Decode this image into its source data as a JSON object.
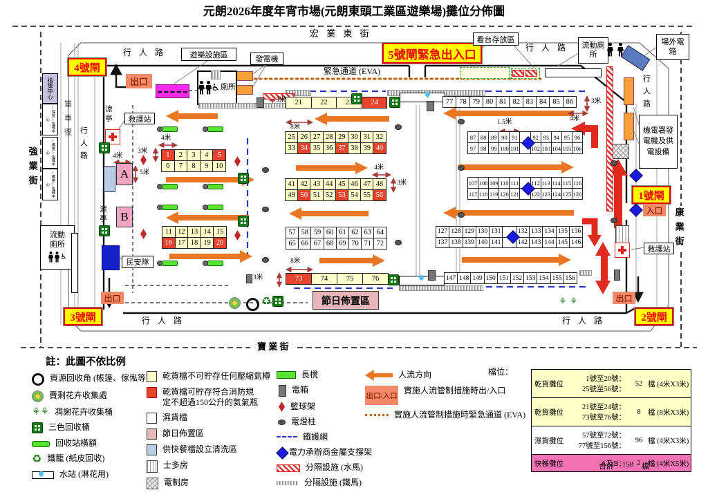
{
  "title": "元朗2026年度年宵市場(元朗東頭工業區遊樂場)攤位分佈圖",
  "gates": {
    "g1": "1號閘",
    "g2": "2號閘",
    "g3": "3號閘",
    "g4": "4號閘",
    "g5": "5號閘緊急出入口"
  },
  "map": {
    "labels": {
      "hung_yip": "宏 業 東 街",
      "keung_yip": "強業街",
      "hong_yip": "康業街",
      "po_yip": "寶 業 街",
      "ped": "行 人 路",
      "pedv": "行人路",
      "military": "軍車徑",
      "command1": "指揮中心",
      "command2": "(保安)指揮中心",
      "command3": "(備用)指揮中心",
      "pavilion": "涼亭",
      "first_aid": "救護站",
      "exit": "出口",
      "entrance": "入口",
      "play": "遊樂設施區",
      "gen": "發電機",
      "toilet": "廁所",
      "mtoilet": "流動廁所",
      "stand": "看台存放區",
      "ebox_out": "場外電箱",
      "emsd": "機電署發電機及供電設備",
      "eva": "緊急通道 (EVA)",
      "cas": "民安隊",
      "festive": "節日佈置區",
      "a": "A",
      "b": "B",
      "m3": "3米",
      "m4": "4米",
      "m5": "5米",
      "m8": "8米",
      "m15": "1.5米"
    }
  },
  "stalls": {
    "blocks": {
      "b1": {
        "type": "dry",
        "red": [
          "1",
          "5"
        ],
        "rows": [
          [
            "1",
            "2",
            "3",
            "4",
            "5"
          ],
          [
            "6",
            "7",
            "8",
            "9",
            "10"
          ]
        ]
      },
      "b2": {
        "type": "dry",
        "red": [
          "16",
          "20"
        ],
        "rows": [
          [
            "11",
            "12",
            "13",
            "14",
            "15"
          ],
          [
            "16",
            "17",
            "18",
            "19",
            "20"
          ]
        ]
      },
      "b3": {
        "type": "dry",
        "red": [
          "24"
        ],
        "rows": [
          [
            "21",
            "22",
            "23",
            "24"
          ]
        ]
      },
      "b4": {
        "type": "dry",
        "red": [
          "34",
          "37",
          "40"
        ],
        "rows": [
          [
            "25",
            "26",
            "27",
            "28",
            "29",
            "30",
            "31",
            "32"
          ],
          [
            "33",
            "34",
            "35",
            "36",
            "37",
            "38",
            "39",
            "40"
          ]
        ]
      },
      "b5": {
        "type": "dry",
        "red": [
          "50",
          "53",
          "56"
        ],
        "rows": [
          [
            "41",
            "42",
            "43",
            "44",
            "45",
            "46",
            "47",
            "48"
          ],
          [
            "49",
            "50",
            "51",
            "52",
            "53",
            "54",
            "55",
            "56"
          ]
        ]
      },
      "b6": {
        "type": "wet",
        "red": [],
        "rows": [
          [
            "57",
            "58",
            "59",
            "60",
            "61",
            "62",
            "63",
            "64"
          ],
          [
            "65",
            "66",
            "67",
            "68",
            "69",
            "70",
            "71",
            "72"
          ]
        ]
      },
      "b7": {
        "type": "dry",
        "red": [
          "73"
        ],
        "rows": [
          [
            "73",
            "74",
            "75",
            "76"
          ]
        ]
      },
      "b8": {
        "type": "wet",
        "red": [],
        "rows": [
          [
            "77",
            "78",
            "79",
            "80",
            "81",
            "82",
            "83",
            "84",
            "85",
            "86"
          ]
        ]
      },
      "b9": {
        "type": "wet",
        "red": [],
        "rows": [
          [
            "87",
            "88",
            "89",
            "90",
            "91",
            "GAP",
            "92",
            "93",
            "94",
            "95",
            "96"
          ],
          [
            "97",
            "98",
            "99",
            "100",
            "101",
            "GAP",
            "102",
            "103",
            "104",
            "105",
            "106"
          ]
        ]
      },
      "b10": {
        "type": "wet",
        "red": [],
        "rows": [
          [
            "107",
            "108",
            "109",
            "110",
            "111",
            "GAP",
            "112",
            "113",
            "114",
            "115",
            "116"
          ],
          [
            "117",
            "118",
            "119",
            "120",
            "121",
            "GAP",
            "122",
            "123",
            "124",
            "125",
            "126"
          ]
        ]
      },
      "b11": {
        "type": "wet",
        "red": [],
        "rows": [
          [
            "127",
            "128",
            "129",
            "130",
            "131",
            "GAP",
            "132",
            "133",
            "134",
            "135",
            "136"
          ],
          [
            "137",
            "138",
            "139",
            "140",
            "141",
            "GAP",
            "142",
            "143",
            "144",
            "145",
            "146"
          ]
        ]
      },
      "b12": {
        "type": "wet",
        "red": [],
        "rows": [
          [
            "147",
            "148",
            "149",
            "150",
            "151",
            "152",
            "153",
            "154",
            "155",
            "156"
          ]
        ]
      }
    }
  },
  "legend": {
    "note": "註：此圖不依比例",
    "cols": [
      [
        {
          "icon": "ring",
          "label": "資源回收角 (帳篷、傢俬等)"
        },
        {
          "icon": "flower",
          "label": "賣剩花卉收集處"
        },
        {
          "icon": "plant",
          "label": "凋謝花卉收集桶"
        },
        {
          "icon": "bin",
          "label": "三色回收桶"
        },
        {
          "icon": "bar",
          "label": "回收站橫額"
        },
        {
          "icon": "recycle",
          "label": "鐵籠 (紙皮回收)"
        },
        {
          "icon": "water",
          "label": "水站 (淋花用)"
        }
      ],
      [
        {
          "icon": "sqy",
          "label": "乾貨檔不可貯存任何壓縮氣樽"
        },
        {
          "icon": "sqr",
          "label": "乾貨檔可貯存符合消防規\n定不超過150公升的氦氣瓶"
        },
        {
          "icon": "sqw",
          "label": "濕貨檔"
        },
        {
          "icon": "sqp",
          "label": "節日佈置區"
        },
        {
          "icon": "sqb",
          "label": "供快餐檔設立清洗區"
        },
        {
          "icon": "vlines",
          "label": "士多房"
        },
        {
          "icon": "xhatch",
          "label": "電制房"
        }
      ],
      [
        {
          "icon": "bench",
          "label": "長櫈"
        },
        {
          "icon": "ebox",
          "label": "電箱"
        },
        {
          "icon": "rdia",
          "label": "籃球架"
        },
        {
          "icon": "lamp",
          "label": "電燈柱"
        },
        {
          "icon": "bluedash",
          "label": "鐵護網"
        },
        {
          "icon": "bdia",
          "label": "電力承辦商金屬支撐架"
        },
        {
          "icon": "hatchr",
          "label": "分隔設施 (水馬)"
        },
        {
          "icon": "hatchg",
          "label": "分隔設施 (鐵馬)"
        }
      ],
      [
        {
          "icon": "arrow",
          "label": "人流方向"
        },
        {
          "icon": "exitbox",
          "box_text": "出口/入口",
          "label": "實施人流管制措施時出/入口"
        },
        {
          "icon": "dotline",
          "label": "實施人流管制措施時緊急通道 (EVA)"
        }
      ]
    ]
  },
  "summary_table": {
    "caption": "檔位：",
    "rows": [
      {
        "category": "乾貨攤位",
        "range1": "1號至20號：",
        "range2": "25號至56號：",
        "count": "52",
        "unit": "檔 (4米X3米)",
        "color": "yellow"
      },
      {
        "category": "乾貨攤位",
        "range1": "21號至24號：",
        "range2": "73號至76號：",
        "count": "8",
        "unit": "檔 (8米X3米)",
        "color": "yellow"
      },
      {
        "category": "濕貨攤位",
        "range1": "57號至72號：",
        "range2": "77號至156號：",
        "count": "96",
        "unit": "檔 (4米X3米)",
        "color": "white"
      },
      {
        "category": "快餐攤位",
        "range1": "A及B：",
        "range2": "",
        "count": "2",
        "unit": "檔 (4米X5米)",
        "color": "pink"
      }
    ],
    "total_label": "合計",
    "total_count": "158",
    "total_unit": "檔"
  }
}
